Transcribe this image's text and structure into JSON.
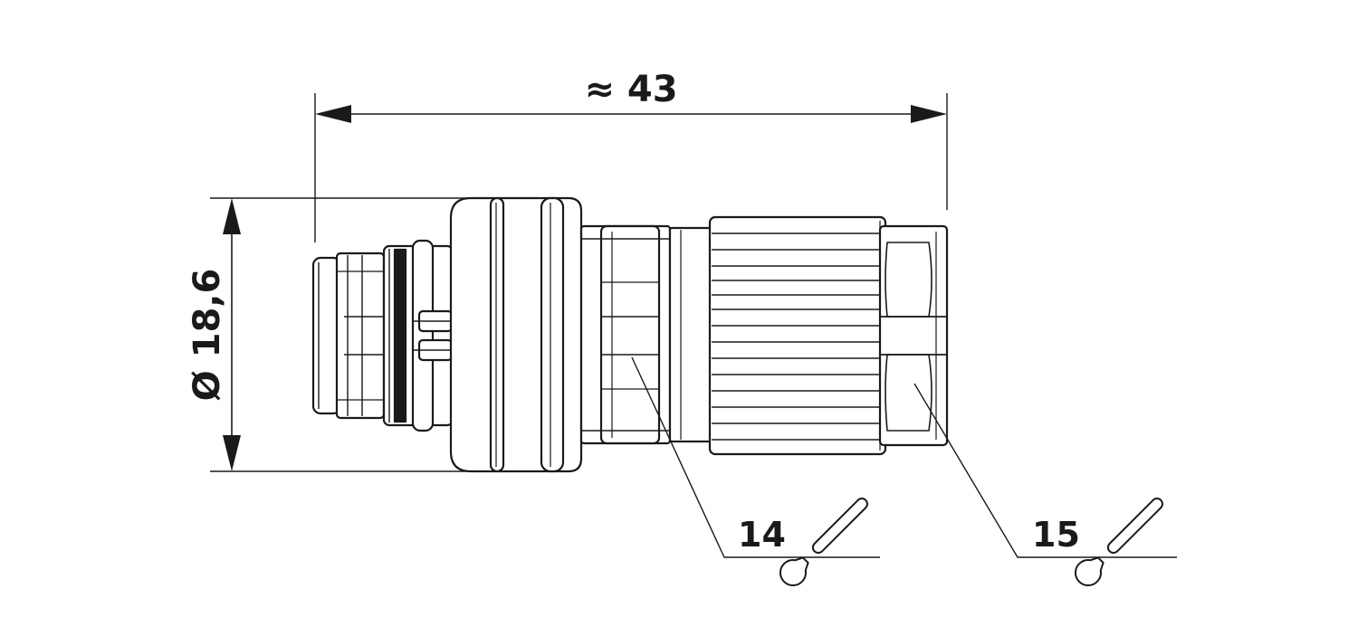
{
  "dimensions": {
    "length": "≈ 43",
    "diameter": "Ø 18,6"
  },
  "wrench_callouts": [
    {
      "size": "14",
      "icon": "wrench-icon"
    },
    {
      "size": "15",
      "icon": "wrench-icon"
    }
  ],
  "colors": {
    "line": "#1a1a1a",
    "background": "#ffffff"
  }
}
